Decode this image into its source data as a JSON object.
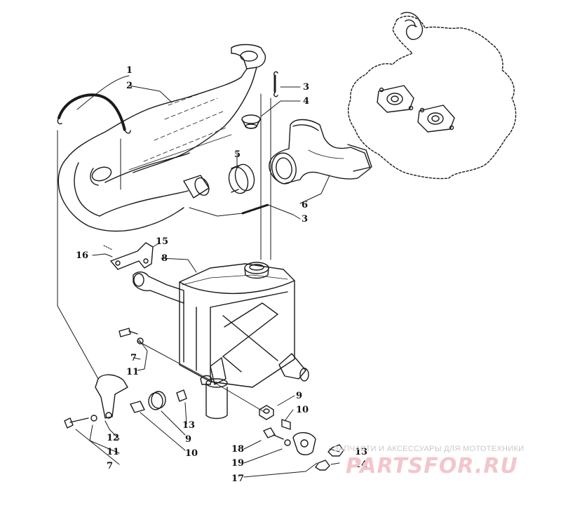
{
  "diagram": {
    "callouts": [
      "1",
      "2",
      "3",
      "4",
      "5",
      "3",
      "6",
      "16",
      "15",
      "8",
      "7",
      "11",
      "9",
      "10",
      "13",
      "12",
      "11",
      "7",
      "9",
      "10",
      "18",
      "19",
      "17",
      "13",
      "14"
    ]
  },
  "watermark": {
    "tagline": "ЗАПЧАСТИ И АКСЕССУАРЫ ДЛЯ МОТОТЕХНИКИ",
    "brand": "PARTSFOR.RU"
  }
}
